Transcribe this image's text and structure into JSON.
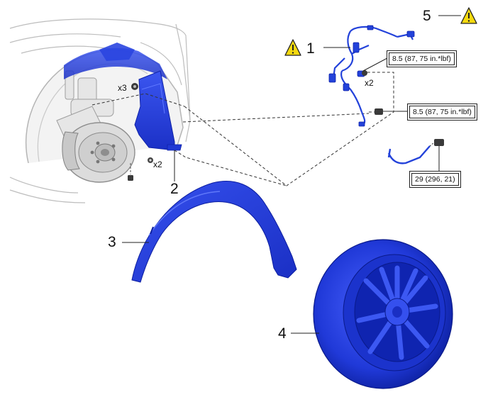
{
  "callouts": {
    "item_1": "1",
    "item_2": "2",
    "item_3": "3",
    "item_4": "4",
    "item_5": "5"
  },
  "torque_specs": {
    "sensor_bracket": "8.5 (87, 75 in.*lbf)",
    "harness_clamp": "8.5 (87, 75 in.*lbf)",
    "bracket_bolt": "29 (296, 21)"
  },
  "quantities": {
    "liner_clips": "x3",
    "liner_screws": "x2",
    "sensor_bolts": "x2"
  },
  "icons": {
    "caution": "warning-triangle-icon",
    "caution_color": "#f4d90f"
  },
  "colors": {
    "part_highlight": "#1f3fd6",
    "body_line": "#bfbfbf"
  }
}
